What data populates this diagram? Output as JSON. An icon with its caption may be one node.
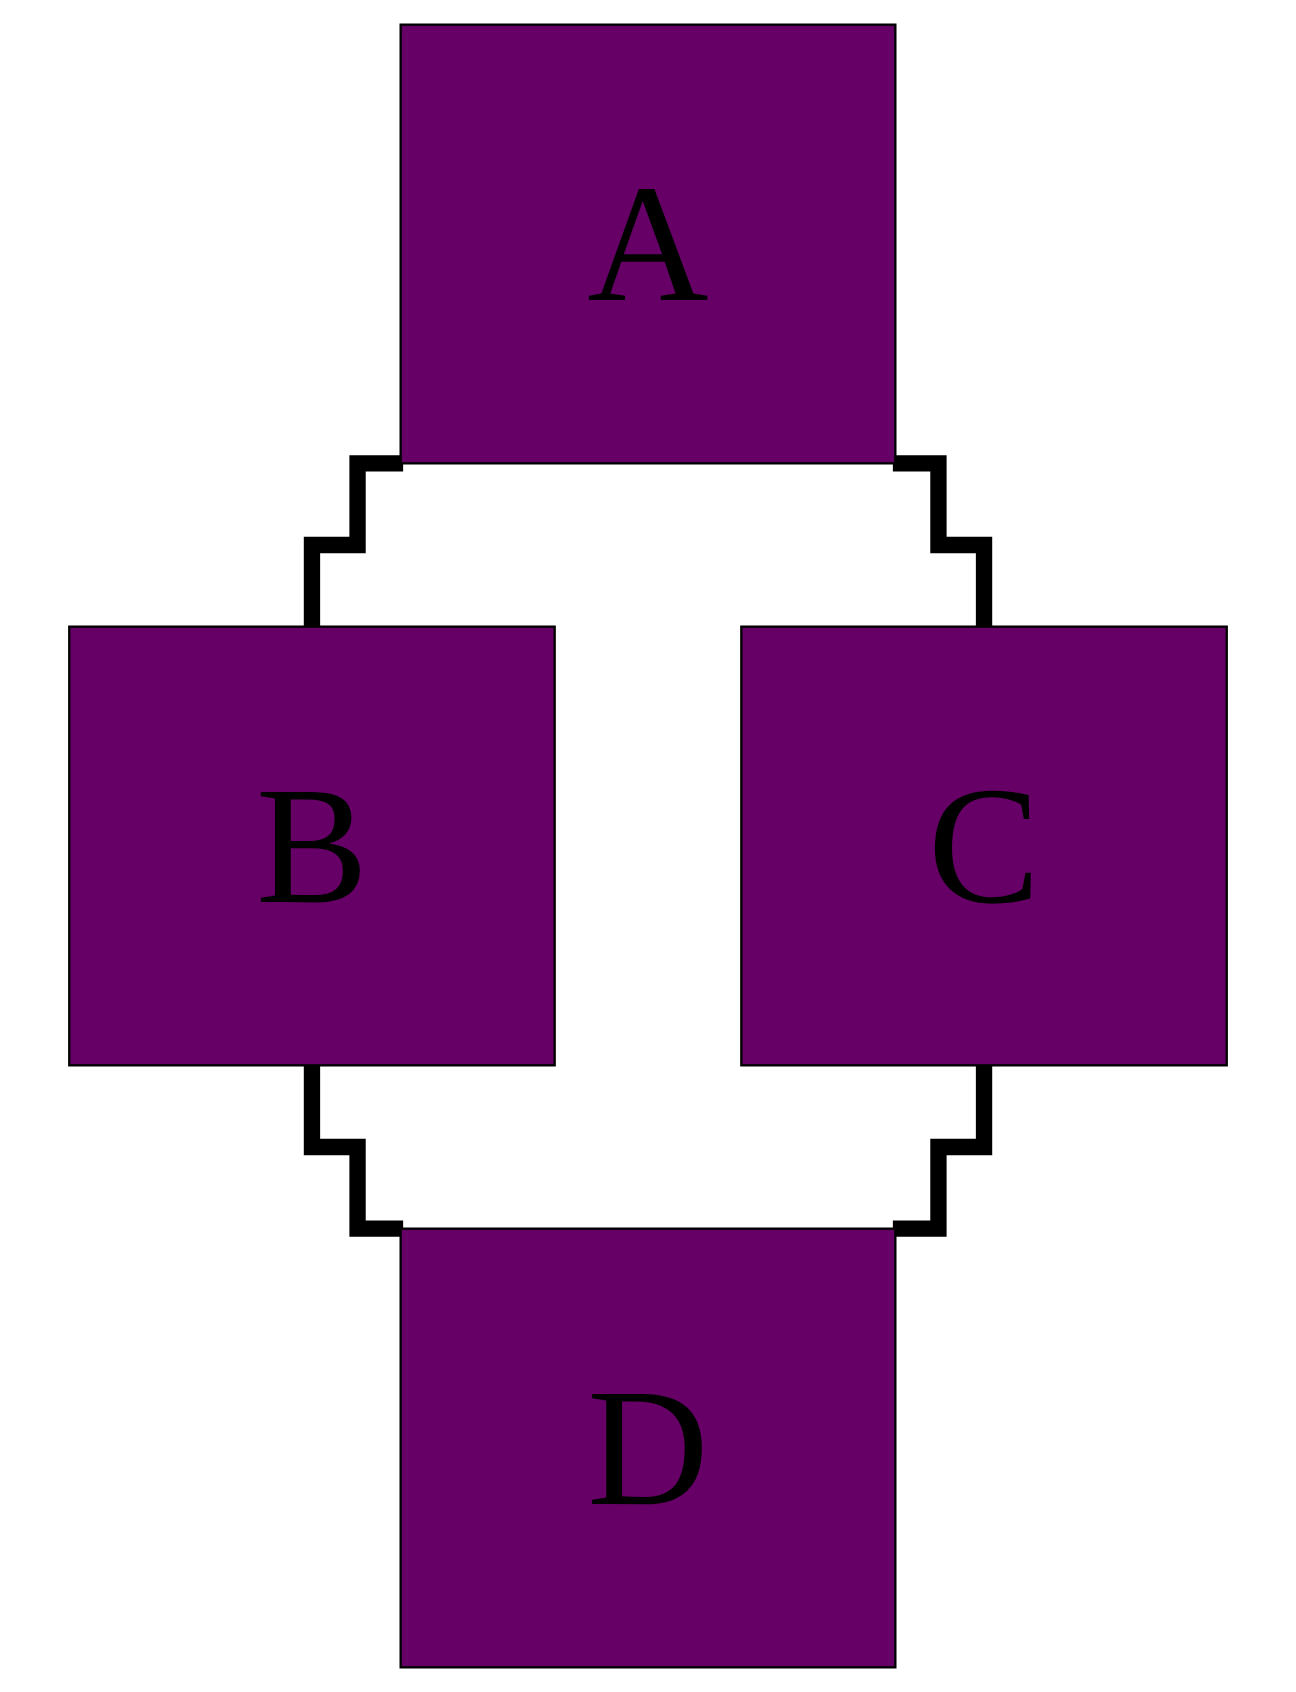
{
  "diagram": {
    "nodes": [
      {
        "text": [
          "A"
        ]
      },
      {
        "text": [
          "B"
        ]
      },
      {
        "text": [
          "C"
        ]
      },
      {
        "text": [
          "D"
        ]
      }
    ],
    "edges": [
      {
        "from": 0,
        "to": 1,
        "arrow": "none"
      },
      {
        "from": 0,
        "to": 2,
        "arrow": "none"
      },
      {
        "from": 1,
        "to": 3,
        "arrow": "none"
      },
      {
        "from": 2,
        "to": 3,
        "arrow": "none"
      }
    ]
  }
}
